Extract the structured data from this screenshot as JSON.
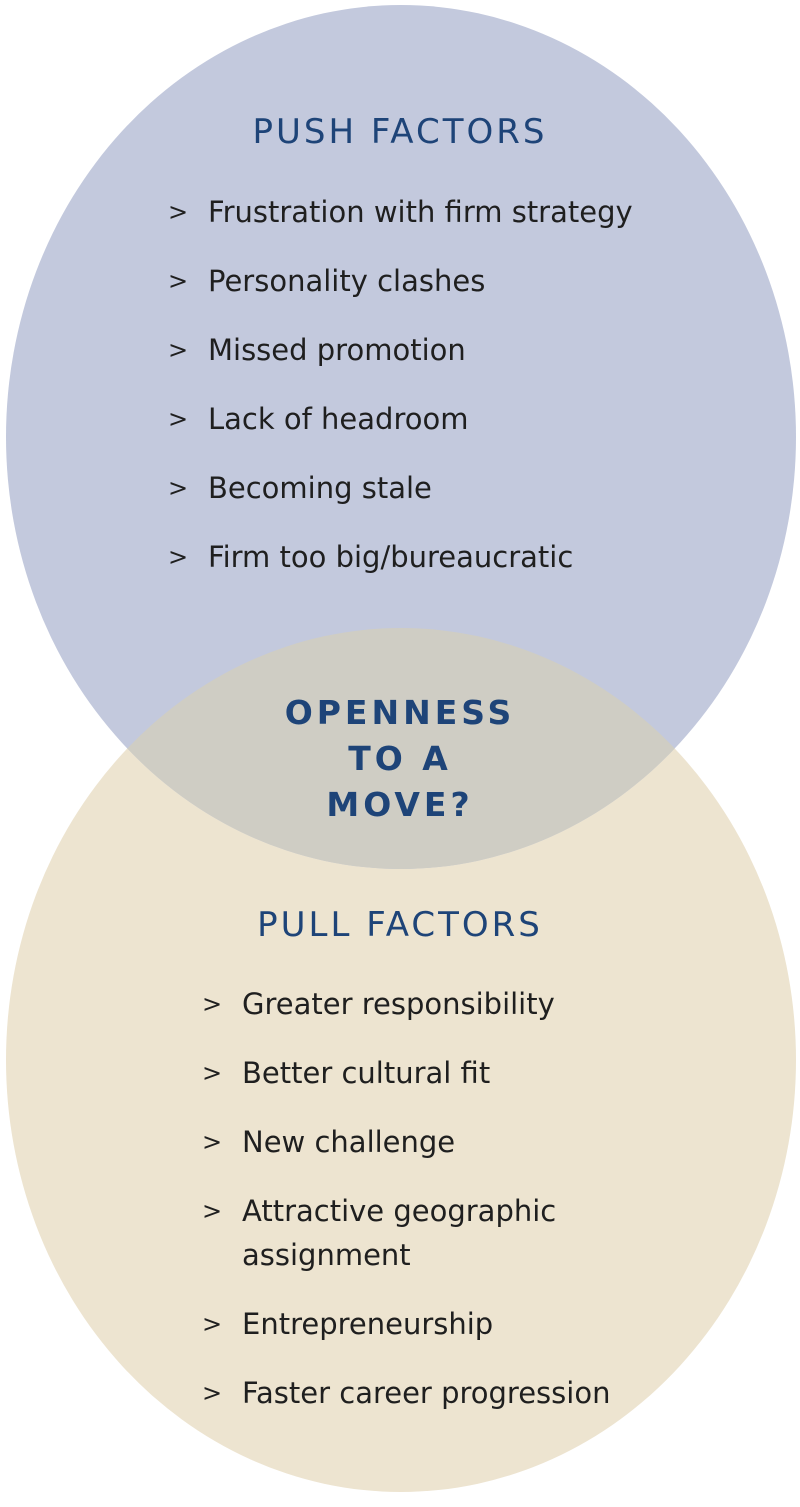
{
  "colors": {
    "push_circle": "#c3c9dd",
    "pull_circle": "#ede4d0",
    "overlap": "#cfcdc4",
    "heading_text": "#1e4478",
    "item_text": "#1f1f1f"
  },
  "diagram": {
    "bullet_glyph": ">",
    "push": {
      "title": "PUSH FACTORS",
      "items": [
        "Frustration with firm strategy",
        "Personality clashes",
        "Missed promotion",
        "Lack of headroom",
        "Becoming stale",
        "Firm too big/bureaucratic"
      ]
    },
    "overlap": {
      "lines": [
        "OPENNESS",
        "TO A",
        "MOVE?"
      ]
    },
    "pull": {
      "title": "PULL FACTORS",
      "items": [
        "Greater responsibility",
        "Better cultural fit",
        "New challenge",
        "Attractive geographic assignment",
        "Entrepreneurship",
        "Faster career progression"
      ]
    }
  }
}
